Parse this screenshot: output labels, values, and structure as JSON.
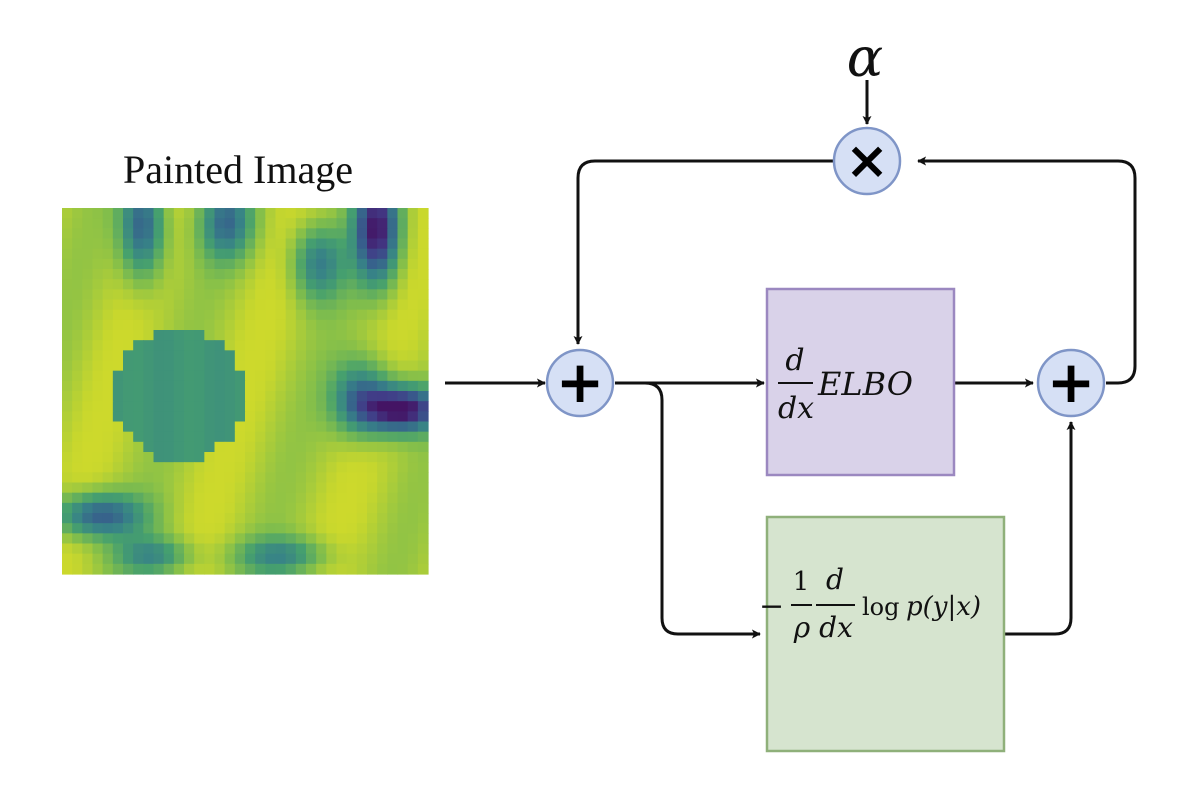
{
  "image_panel": {
    "title": "Painted Image"
  },
  "parameter": {
    "symbol": "α"
  },
  "elbo_block": {
    "frac_num": "d",
    "frac_den": "dx",
    "text": "ELBO",
    "fill": "#d9d2e9",
    "stroke": "#9b88c0"
  },
  "likelihood_block": {
    "sign": "−",
    "frac1_num": "1",
    "frac1_den": "ρ",
    "frac2_num": "d",
    "frac2_den": "dx",
    "log_text": "log",
    "p_text": "p(y|x)",
    "fill": "#d6e4cf",
    "stroke": "#8fb07a"
  },
  "operators": {
    "multiply_symbol": "×",
    "add_symbol": "+",
    "node_fill": "#d6e0f5",
    "node_stroke": "#7f95c7"
  },
  "colors": {
    "arrow": "#111111",
    "viridis_dark": "#3b1a7a",
    "viridis_mid": "#4a9d7a",
    "viridis_light": "#e4e223"
  }
}
